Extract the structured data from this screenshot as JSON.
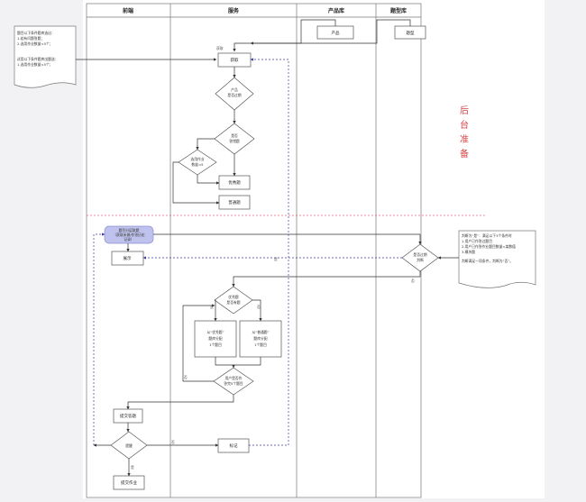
{
  "diagram": {
    "lanes": [
      {
        "title": "前端"
      },
      {
        "title": "服务"
      },
      {
        "title": "产品库"
      },
      {
        "title": "题型库"
      }
    ],
    "side_label": [
      "后",
      "台",
      "准",
      "备"
    ],
    "notes": {
      "top_left": [
        "题目以下条件题库选出：",
        "1.若有问题答题；",
        "2.选用作业数量<5个；",
        "试用以下条件题库出题选：",
        "1.选用作业数量<5个；"
      ],
      "right": [
        "判断为“是”：满足以下3个条件时",
        "1.用户已作答过题目",
        "2.用户已作答作业题目数量<某数值",
        "3.模块题",
        "判断满足一项条件，判断为“否”。"
      ]
    },
    "nodes": {
      "product": "产品",
      "question_type": "题型",
      "top_start": "获取",
      "fetch_label": "获取",
      "d_product": [
        "产品",
        "是否过期"
      ],
      "d_wrong": [
        "是否",
        "答错题"
      ],
      "d_small": [
        "选用作业",
        "数量<5"
      ],
      "excellent": "优秀题",
      "normal": "普通题",
      "start": [
        "题目分层取题",
        "（获取未做/作答历史",
        "记录）"
      ],
      "show": "展示",
      "d_check": [
        "是否过期",
        "判断"
      ],
      "d_excellent": [
        "优秀题",
        "是否有题"
      ],
      "box_left": [
        "从“优秀题”",
        "题库分配",
        "1个题目"
      ],
      "box_right": [
        "从“普通题”",
        "题库分配",
        "1个题目"
      ],
      "d_user": [
        "用户是否作",
        "答完5个题目"
      ],
      "submit_answer": "提交答题",
      "d_submit": "提醒",
      "record": "标记",
      "finish": "提交作业"
    },
    "edge_labels": {
      "yes": "是",
      "no": "否"
    }
  }
}
